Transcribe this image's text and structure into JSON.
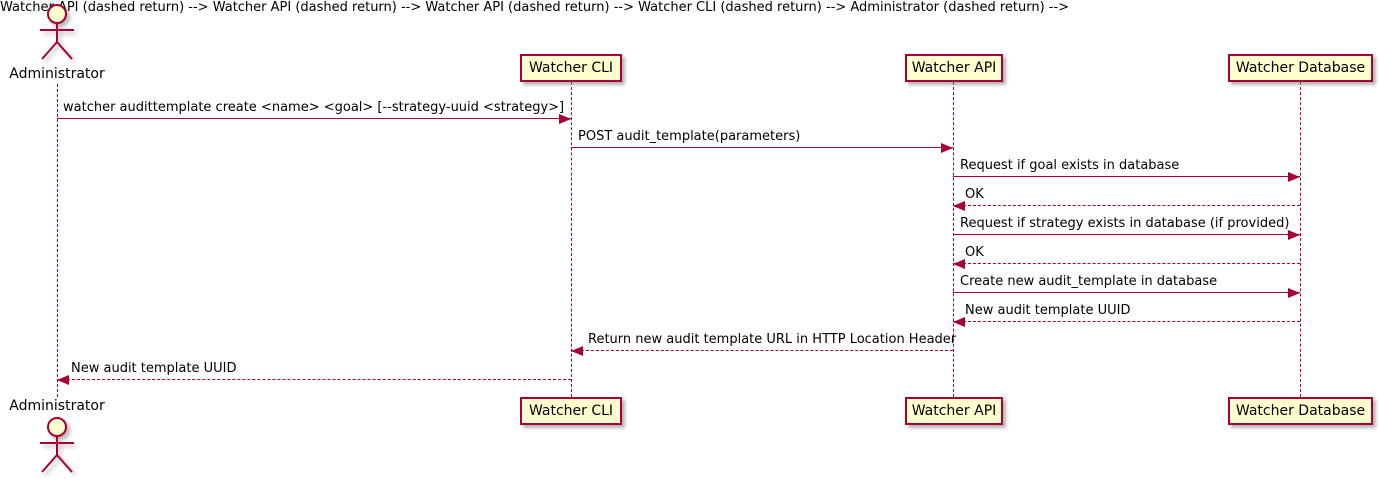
{
  "diagram": {
    "type": "sequence",
    "colors": {
      "accent": "#A80036",
      "participant_fill": "#FEFECE",
      "actor_head_fill": "#FEFECE",
      "background": "#ffffff",
      "text": "#000000"
    },
    "actor": {
      "name": "Administrator"
    },
    "participants": [
      {
        "label": "Watcher CLI"
      },
      {
        "label": "Watcher API"
      },
      {
        "label": "Watcher Database"
      }
    ],
    "messages": [
      {
        "from": "Administrator",
        "to": "Watcher CLI",
        "style": "solid",
        "text": "watcher audittemplate create <name> <goal> [--strategy-uuid <strategy>]"
      },
      {
        "from": "Watcher CLI",
        "to": "Watcher API",
        "style": "solid",
        "text": "POST audit_template(parameters)"
      },
      {
        "from": "Watcher API",
        "to": "Watcher Database",
        "style": "solid",
        "text": "Request if goal exists in database"
      },
      {
        "from": "Watcher Database",
        "to": "Watcher API",
        "style": "dashed",
        "text": "OK"
      },
      {
        "from": "Watcher API",
        "to": "Watcher Database",
        "style": "solid",
        "text": "Request if strategy exists in database (if provided)"
      },
      {
        "from": "Watcher Database",
        "to": "Watcher API",
        "style": "dashed",
        "text": "OK"
      },
      {
        "from": "Watcher API",
        "to": "Watcher Database",
        "style": "solid",
        "text": "Create new audit_template in database"
      },
      {
        "from": "Watcher Database",
        "to": "Watcher API",
        "style": "dashed",
        "text": "New audit template UUID"
      },
      {
        "from": "Watcher API",
        "to": "Watcher CLI",
        "style": "dashed",
        "text": "Return new audit template URL in HTTP Location Header"
      },
      {
        "from": "Watcher CLI",
        "to": "Administrator",
        "style": "dashed",
        "text": "New audit template UUID"
      }
    ]
  }
}
